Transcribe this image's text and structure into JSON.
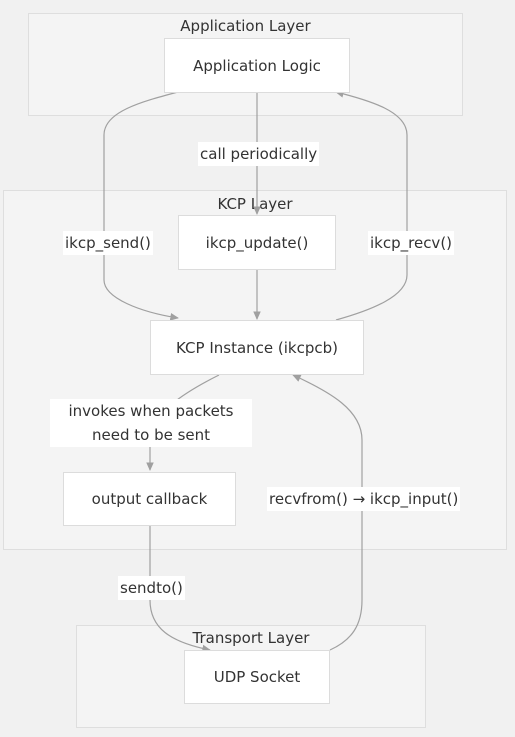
{
  "layers": {
    "application": "Application Layer",
    "kcp": "KCP Layer",
    "transport": "Transport Layer"
  },
  "nodes": {
    "app_logic": "Application Logic",
    "ikcp_update": "ikcp_update()",
    "kcp_instance": "KCP Instance (ikcpcb)",
    "output_callback": "output callback",
    "udp_socket": "UDP Socket"
  },
  "edges": {
    "call_periodically": "call periodically",
    "ikcp_send": "ikcp_send()",
    "ikcp_recv": "ikcp_recv()",
    "invokes_line1": "invokes when packets",
    "invokes_line2": "need to be sent",
    "recvfrom_input": "recvfrom() → ikcp_input()",
    "sendto": "sendto()"
  },
  "colors": {
    "background": "#f1f1f1",
    "layer_fill": "#f4f4f4",
    "layer_border": "#dedede",
    "node_fill": "#ffffff",
    "node_border": "#dcdcdc",
    "edge": "#a0a0a0",
    "text": "#333333"
  }
}
